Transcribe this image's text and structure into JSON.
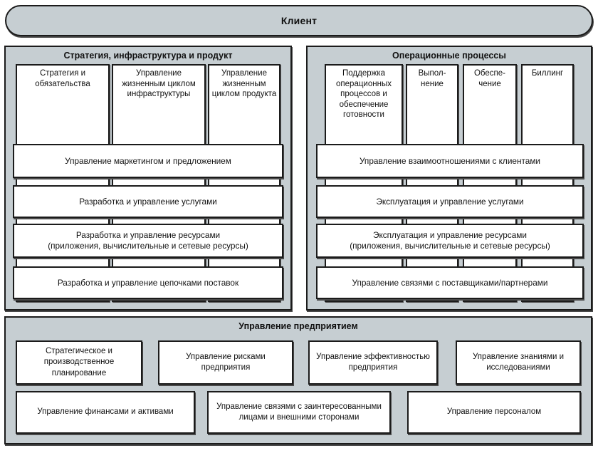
{
  "diagram": {
    "title_bar": {
      "label": "Клиент"
    },
    "colors": {
      "panel_fill": "#c6ced2",
      "box_fill": "#ffffff",
      "stroke": "#1b1b1b",
      "page_background": "#ffffff"
    },
    "panels": [
      {
        "id": "strategy",
        "title": "Стратегия, инфраструктура и продукт",
        "columns": [
          {
            "label": "Стратегия и обязательства"
          },
          {
            "label": "Управление жизненным циклом инфраструктуры"
          },
          {
            "label": "Управление жизненным циклом продукта"
          }
        ],
        "rows": [
          {
            "line1": "Управление маркетингом и предложением",
            "line2": ""
          },
          {
            "line1": "Разработка и управление услугами",
            "line2": ""
          },
          {
            "line1": "Разработка и управление ресурсами",
            "line2": "(приложения, вычислительные и сетевые ресурсы)"
          },
          {
            "line1": "Разработка и управление цепочками поставок",
            "line2": ""
          }
        ]
      },
      {
        "id": "operations",
        "title": "Операционные процессы",
        "columns": [
          {
            "label": "Поддержка операционных процессов и обеспечение готовности"
          },
          {
            "label": "Выпол- нение"
          },
          {
            "label": "Обеспе- чение"
          },
          {
            "label": "Биллинг"
          }
        ],
        "rows": [
          {
            "line1": "Управление взаимоотношениями с клиентами",
            "line2": ""
          },
          {
            "line1": "Эксплуатация и управление услугами",
            "line2": ""
          },
          {
            "line1": "Эксплуатация и управление ресурсами",
            "line2": "(приложения, вычислительные и сетевые ресурсы)"
          },
          {
            "line1": "Управление связями с поставщиками/партнерами",
            "line2": ""
          }
        ]
      }
    ],
    "enterprise": {
      "title": "Управление предприятием",
      "row1": [
        {
          "label": "Стратегическое и производственное планирование"
        },
        {
          "label": "Управление рисками предприятия"
        },
        {
          "label": "Управление эффективностью предприятия"
        },
        {
          "label": "Управление знаниями и исследованиями"
        }
      ],
      "row2": [
        {
          "label": "Управление финансами и активами"
        },
        {
          "label": "Управление связями с заинтересованными лицами и внешними сторонами"
        },
        {
          "label": "Управление персоналом"
        }
      ]
    }
  }
}
